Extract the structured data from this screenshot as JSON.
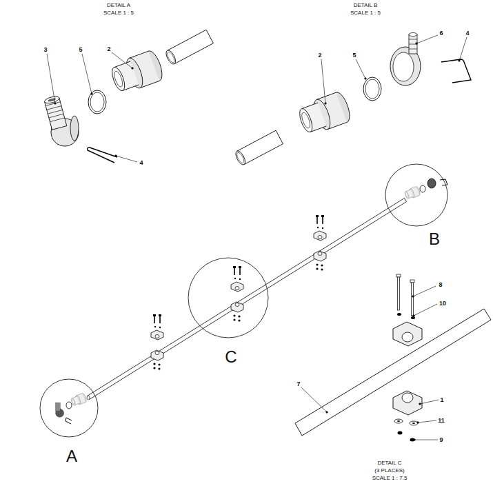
{
  "diagram": {
    "labels": [
      "DETAIL A",
      "SCALE 1 : 5",
      "DETAIL B",
      "SCALE 1 : 5",
      "3",
      "5",
      "2",
      "2",
      "5",
      "6",
      "4",
      "4",
      "B",
      "8",
      "10",
      "C",
      "7",
      "1",
      "11",
      "9",
      "A",
      "DETAIL C",
      "(3 PLACES)",
      "SCALE 1 : 7.5"
    ]
  }
}
